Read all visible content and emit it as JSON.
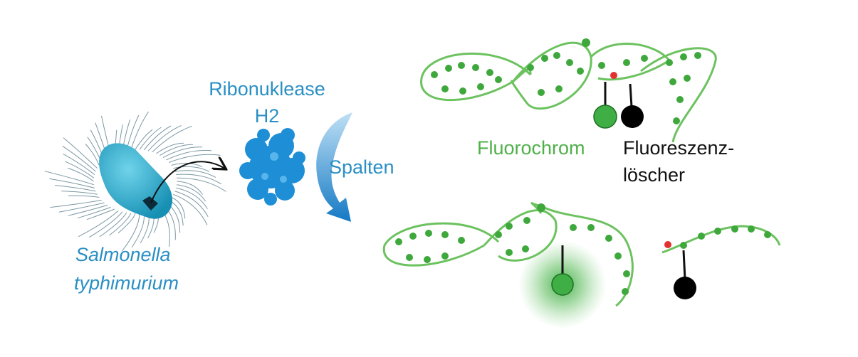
{
  "labels": {
    "organism_line1": "Salmonella",
    "organism_line2": "typhimurium",
    "enzyme_line1": "Ribonuklease",
    "enzyme_line2": "H2",
    "action": "Spalten",
    "fluorophore": "Fluorochrom",
    "quencher_line1": "Fluoreszenz-",
    "quencher_line2": "löscher"
  },
  "colors": {
    "label_blue": "#2a8fc4",
    "bacterium": "#2ba9c9",
    "enzyme": "#1e8fd6",
    "arrow": "#1f86cc",
    "rna_strand": "#6cc25f",
    "bases": "#3fa83c",
    "fluorophore": "#3fae45",
    "quencher": "#000000",
    "cleavage_site": "#e2312f"
  },
  "icons": [
    "bacterium-icon",
    "enzyme-structure-icon",
    "cleave-arrow-icon",
    "rna-probe-icon",
    "fluorophore-icon",
    "quencher-icon"
  ]
}
